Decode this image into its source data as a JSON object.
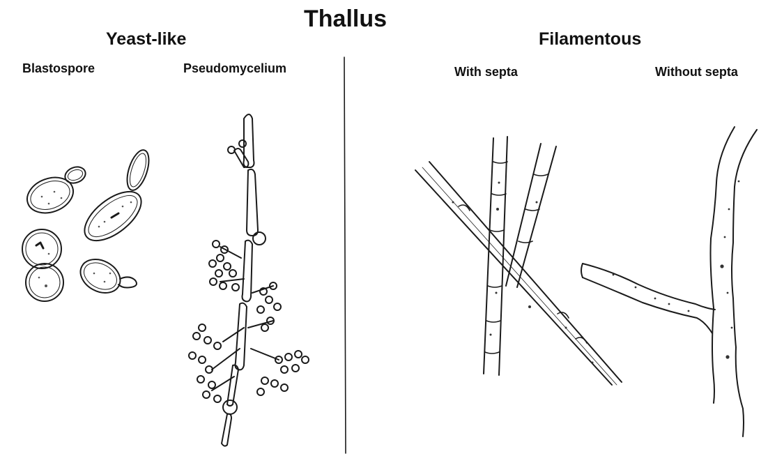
{
  "title": "Thallus",
  "groups": [
    {
      "label": "Yeast-like",
      "subgroups": [
        "Blastospore",
        "Pseudomycelium"
      ]
    },
    {
      "label": "Filamentous",
      "subgroups": [
        "With septa",
        "Without septa"
      ]
    }
  ],
  "colors": {
    "ink": "#1a1a1a",
    "background": "#ffffff",
    "stipple": "#555555"
  }
}
